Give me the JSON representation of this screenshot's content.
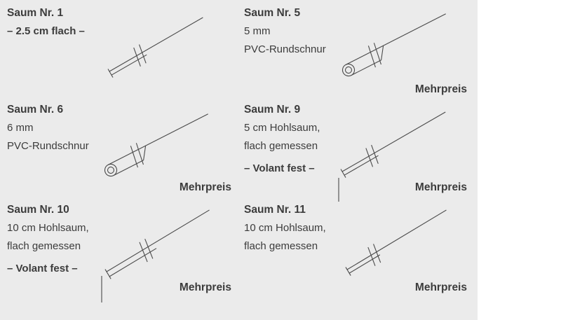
{
  "page": {
    "background_color": "#ebebeb",
    "text_color": "#3c3c3c",
    "line_color": "#4a4a4a"
  },
  "cells": [
    {
      "title": "Saum Nr. 1",
      "desc": [],
      "note": "– 2.5 cm flach –",
      "mehrpreis": "",
      "diagram": "flat-hem"
    },
    {
      "title": "Saum Nr. 5",
      "desc": [
        "5 mm",
        "PVC-Rundschnur"
      ],
      "note": "",
      "mehrpreis": "Mehrpreis",
      "diagram": "round-cord-hem"
    },
    {
      "title": "Saum Nr. 6",
      "desc": [
        "6 mm",
        "PVC-Rundschnur"
      ],
      "note": "",
      "mehrpreis": "Mehrpreis",
      "diagram": "round-cord-hem"
    },
    {
      "title": "Saum Nr. 9",
      "desc": [
        "5 cm Hohlsaum,",
        "flach gemessen"
      ],
      "note": "– Volant fest –",
      "mehrpreis": "Mehrpreis",
      "diagram": "hollow-hem-volant"
    },
    {
      "title": "Saum Nr. 10",
      "desc": [
        "10 cm Hohlsaum,",
        "flach gemessen"
      ],
      "note": "– Volant fest –",
      "mehrpreis": "Mehrpreis",
      "diagram": "hollow-hem-volant-wide"
    },
    {
      "title": "Saum Nr. 11",
      "desc": [
        "10 cm Hohlsaum,",
        "flach gemessen"
      ],
      "note": "",
      "mehrpreis": "Mehrpreis",
      "diagram": "hollow-hem"
    }
  ]
}
